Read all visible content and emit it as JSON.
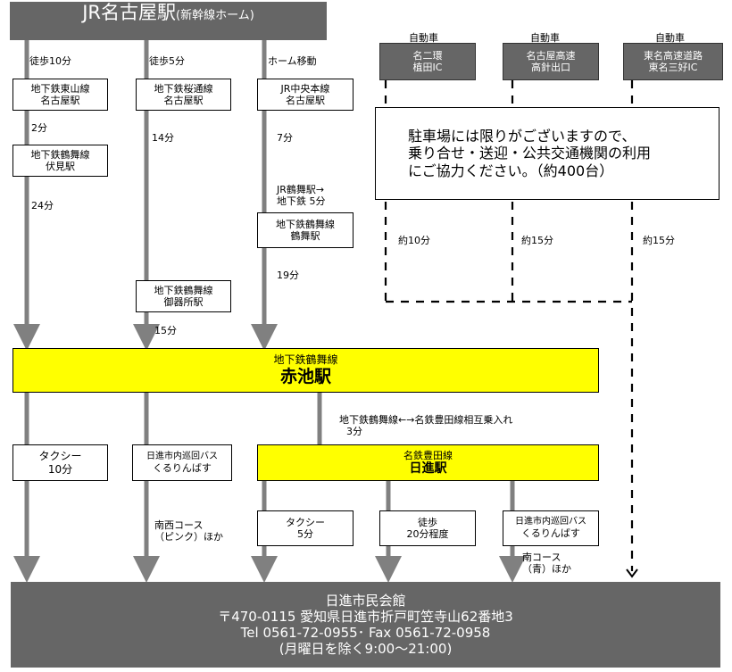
{
  "header": {
    "title_main": "JR名古屋駅",
    "title_sub": "(新幹線ホーム)"
  },
  "routes": {
    "walk10": "徒歩10分",
    "walk5": "徒歩5分",
    "home_move": "ホーム移動",
    "higashiyama_nagoya": [
      "地下鉄東山線",
      "名古屋駅"
    ],
    "sakuradori_nagoya": [
      "地下鉄桜通線",
      "名古屋駅"
    ],
    "jr_chuo_nagoya": [
      "JR中央本線",
      "名古屋駅"
    ],
    "t2": "2分",
    "t14": "14分",
    "t7": "7分",
    "tsurumai_fushimi": [
      "地下鉄鶴舞線",
      "伏見駅"
    ],
    "jr_transfer": [
      "JR鶴舞駅→",
      "地下鉄 5分"
    ],
    "tsurumai_tsurumai": [
      "地下鉄鶴舞線",
      "鶴舞駅"
    ],
    "t24": "24分",
    "t19": "19分",
    "tsurumai_gokisho": [
      "地下鉄鶴舞線",
      "御器所駅"
    ],
    "t15": "15分"
  },
  "cars": [
    {
      "label": "自動車",
      "box": [
        "名二環",
        "植田IC"
      ],
      "time": "約10分"
    },
    {
      "label": "自動車",
      "box": [
        "名古屋高速",
        "高針出口"
      ],
      "time": "約15分"
    },
    {
      "label": "自動車",
      "box": [
        "東名高速道路",
        "東名三好IC"
      ],
      "time": "約15分"
    }
  ],
  "notice": [
    "駐車場には限りがございますので、",
    "乗り合せ・送迎・公共交通機関の利用",
    "にご協力ください。（約400台）"
  ],
  "akaike": {
    "line": "地下鉄鶴舞線",
    "station": "赤池駅"
  },
  "through_service": [
    "地下鉄鶴舞線←→名鉄豊田線相互乗入れ",
    "3分"
  ],
  "nisshin": {
    "line": "名鉄豊田線",
    "station": "日進駅"
  },
  "bottom": {
    "taxi10": [
      "タクシー",
      "10分"
    ],
    "bus1": [
      "日進市内巡回バス",
      "くるりんばす"
    ],
    "bus1_course": [
      "南西コース",
      "（ピンク）ほか"
    ],
    "taxi5": [
      "タクシー",
      "5分"
    ],
    "walk20": [
      "徒歩",
      "20分程度"
    ],
    "bus2": [
      "日進市内巡回バス",
      "くるりんばす"
    ],
    "bus2_course": [
      "南コース",
      "（青）ほか"
    ]
  },
  "venue": {
    "name": "日進市民会館",
    "address": "〒470-0115  愛知県日進市折戸町笠寺山62番地3",
    "tel": "Tel 0561-72-0955･ Fax 0561-72-0958",
    "hours": "(月曜日を除く9:00～21:00)"
  },
  "colors": {
    "dark_box": "#666666",
    "highlight": "#ffff00",
    "arrow": "#808080"
  }
}
